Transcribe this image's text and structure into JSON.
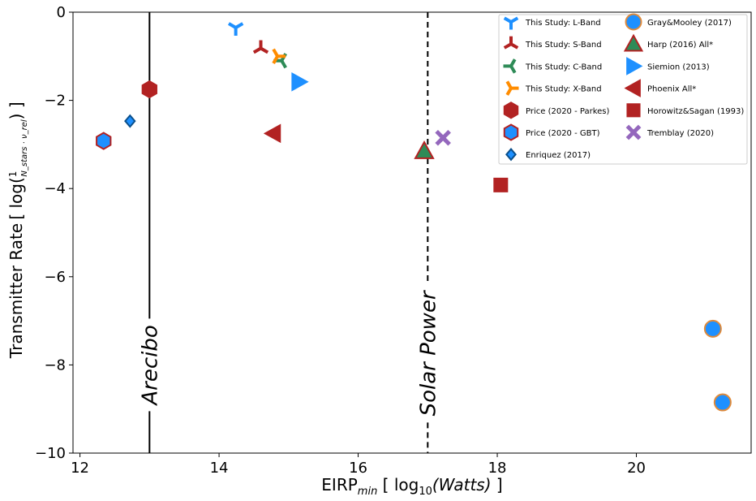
{
  "chart_data": {
    "type": "scatter",
    "xlabel_main": "EIRP",
    "xlabel_sub": "min",
    "xlabel_rest": " [ log",
    "xlabel_log_base": "10",
    "xlabel_var": "(Watts)",
    "xlabel_end": " ]",
    "ylabel_main": "Transmitter Rate",
    "ylabel_formula_prefix": "[ log(",
    "ylabel_formula_num": "1",
    "ylabel_formula_den": "N_stars · ν_rel",
    "ylabel_formula_suffix": ") ]",
    "xlim": [
      11.9,
      21.65
    ],
    "ylim": [
      -10,
      0
    ],
    "x_ticks": [
      12,
      14,
      16,
      18,
      20
    ],
    "y_ticks": [
      0,
      -2,
      -4,
      -6,
      -8,
      -10
    ],
    "x_tick_labels": [
      "12",
      "14",
      "16",
      "18",
      "20"
    ],
    "y_tick_labels": [
      "0",
      "−2",
      "−4",
      "−6",
      "−8",
      "−10"
    ],
    "grid": false,
    "legend_position": "top-right",
    "annotations": [
      {
        "text": "Arecibo",
        "x": 13.0,
        "y": -8.0,
        "line": "solid"
      },
      {
        "text": "Solar Power",
        "x": 17.0,
        "y": -8.0,
        "line": "dashed"
      }
    ],
    "series": [
      {
        "name": "This Study: L-Band",
        "marker": "tri-down",
        "color": "#1e90ff",
        "points": [
          [
            14.24,
            -0.35
          ]
        ]
      },
      {
        "name": "This Study: S-Band",
        "marker": "tri-up",
        "color": "#b22222",
        "points": [
          [
            14.6,
            -0.82
          ]
        ]
      },
      {
        "name": "This Study: C-Band",
        "marker": "tri-left",
        "color": "#2e8b57",
        "points": [
          [
            14.9,
            -1.1
          ]
        ]
      },
      {
        "name": "This Study: X-Band",
        "marker": "tri-right",
        "color": "#ff8c00",
        "points": [
          [
            14.84,
            -1.0
          ]
        ]
      },
      {
        "name": "Price (2020 - Parkes)",
        "marker": "hexagon",
        "color": "#b22222",
        "edge": "#b22222",
        "points": [
          [
            13.0,
            -1.75
          ]
        ]
      },
      {
        "name": "Price (2020 - GBT)",
        "marker": "hexagon",
        "color": "#1e90ff",
        "edge": "#b22222",
        "points": [
          [
            12.34,
            -2.92
          ]
        ]
      },
      {
        "name": "Enriquez (2017)",
        "marker": "diamond",
        "color": "#1e90ff",
        "edge": "#0b4f8a",
        "points": [
          [
            12.72,
            -2.47
          ]
        ]
      },
      {
        "name": "Gray&Mooley (2017)",
        "marker": "circle",
        "color": "#1e90ff",
        "edge": "#e08a3a",
        "points": [
          [
            21.1,
            -7.18
          ],
          [
            21.24,
            -8.85
          ]
        ]
      },
      {
        "name": "Harp (2016) All*",
        "marker": "triangle-up",
        "color": "#2e8b57",
        "edge": "#b22222",
        "points": [
          [
            16.95,
            -3.15
          ]
        ]
      },
      {
        "name": "Siemion (2013)",
        "marker": "triangle-right",
        "color": "#1e90ff",
        "points": [
          [
            15.15,
            -1.58
          ]
        ]
      },
      {
        "name": "Phoenix All*",
        "marker": "triangle-left",
        "color": "#b22222",
        "points": [
          [
            14.78,
            -2.75
          ]
        ]
      },
      {
        "name": "Horowitz&Sagan (1993)",
        "marker": "square",
        "color": "#b22222",
        "points": [
          [
            18.05,
            -3.92
          ]
        ]
      },
      {
        "name": "Tremblay (2020)",
        "marker": "x",
        "color": "#9467bd",
        "points": [
          [
            17.22,
            -2.85
          ]
        ]
      }
    ]
  }
}
